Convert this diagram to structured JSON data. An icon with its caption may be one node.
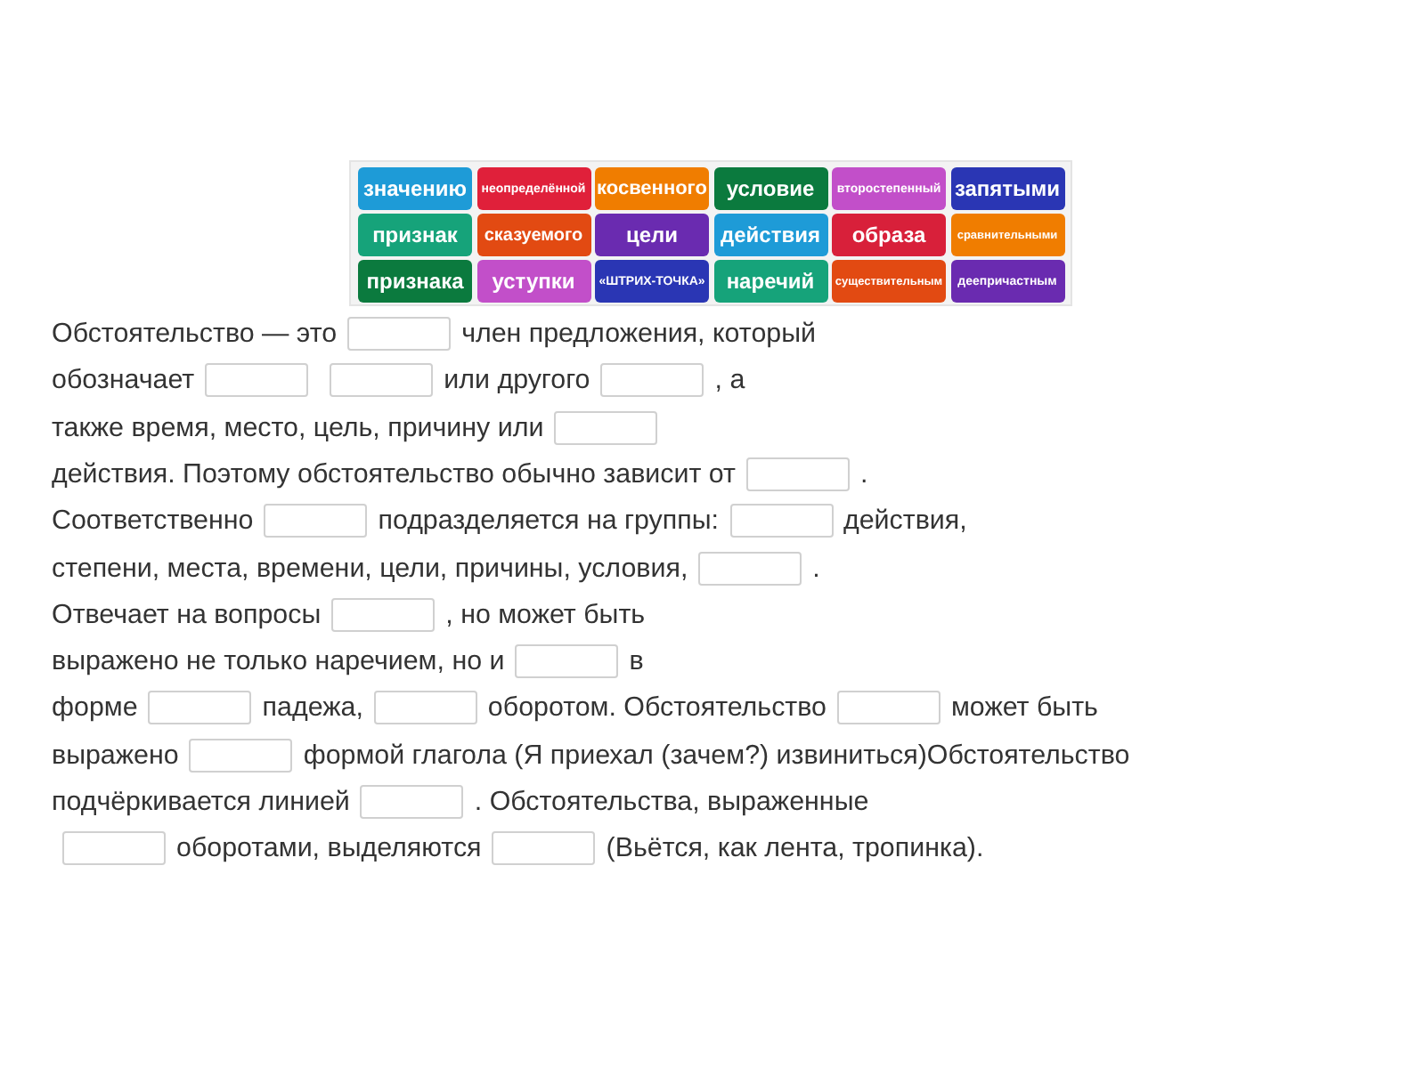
{
  "diagram": {
    "nodes": [
      {
        "text": [
          "значению"
        ]
      },
      {
        "text": [
          "неопределённой"
        ]
      },
      {
        "text": [
          "косвенного"
        ]
      },
      {
        "text": [
          "условие"
        ]
      },
      {
        "text": [
          "второстепенный"
        ]
      },
      {
        "text": [
          "запятыми"
        ]
      },
      {
        "text": [
          "признак"
        ]
      },
      {
        "text": [
          "сказуемого"
        ]
      },
      {
        "text": [
          "цели"
        ]
      },
      {
        "text": [
          "действия"
        ]
      },
      {
        "text": [
          "образа"
        ]
      },
      {
        "text": [
          "сравнительными"
        ]
      },
      {
        "text": [
          "признака"
        ]
      },
      {
        "text": [
          "уступки"
        ]
      },
      {
        "text": [
          "«ШТРИХ-ТОЧКА»"
        ]
      },
      {
        "text": [
          "наречий"
        ]
      },
      {
        "text": [
          "существительным"
        ]
      },
      {
        "text": [
          "деепричастным"
        ]
      },
      {
        "text": [],
        "shape": "box"
      },
      {
        "text": [],
        "shape": "box"
      },
      {
        "text": [],
        "shape": "box"
      },
      {
        "text": [],
        "shape": "box"
      },
      {
        "text": [],
        "shape": "box"
      },
      {
        "text": [],
        "shape": "box"
      },
      {
        "text": [],
        "shape": "box"
      },
      {
        "text": [],
        "shape": "box"
      },
      {
        "text": [],
        "shape": "box"
      },
      {
        "text": [],
        "shape": "box"
      },
      {
        "text": [],
        "shape": "box"
      },
      {
        "text": [],
        "shape": "box"
      },
      {
        "text": [],
        "shape": "box"
      },
      {
        "text": [],
        "shape": "box"
      },
      {
        "text": [],
        "shape": "box"
      },
      {
        "text": [],
        "shape": "box"
      },
      {
        "text": [],
        "shape": "box"
      },
      {
        "text": [],
        "shape": "box"
      }
    ],
    "labels": [
      "Обстоятельство — это",
      "член предложения, который",
      "обозначает",
      "или другого",
      ", а",
      "также время, место, цель, причину или",
      "действия. Поэтому обстоятельство обычно зависит от",
      ".",
      "Соответственно",
      "подразделяется на группы:",
      "действия,",
      "степени, места, времени, цели, причины, условия,",
      ".",
      "Отвечает на вопросы",
      ", но может быть",
      "выражено не только наречием, но и",
      "в",
      "форме",
      "падежа,",
      "оборотом. Обстоятельство",
      "может быть",
      "выражено",
      "формой глагола (Я приехал (зачем?) извиниться)Обстоятельство",
      "подчёркивается линией",
      ". Обстоятельства, выраженные",
      "оборотами, выделяются",
      "(Вьётся, как лента, тропинка)."
    ]
  }
}
